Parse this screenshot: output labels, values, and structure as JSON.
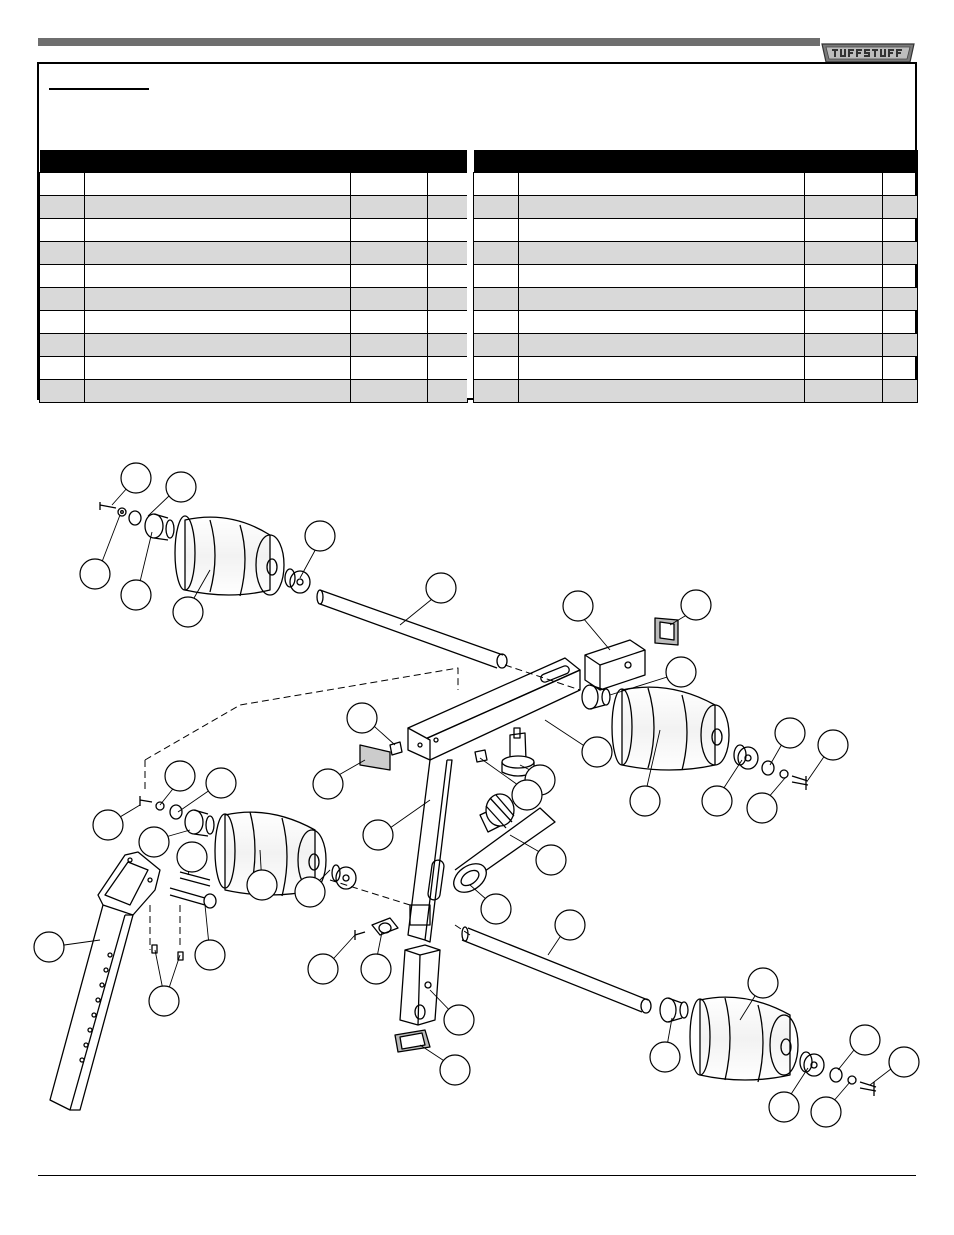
{
  "header": {
    "brand_logo": "TUFFSTUFF",
    "bar_color": "#6e6e6e"
  },
  "parts_table": {
    "header_color": "#000000",
    "stripe_color": "#d9d9d9",
    "left_rows": 10,
    "right_rows": 10
  },
  "diagram": {
    "callout_count": 46,
    "icon": "exploded-assembly-drawing"
  }
}
